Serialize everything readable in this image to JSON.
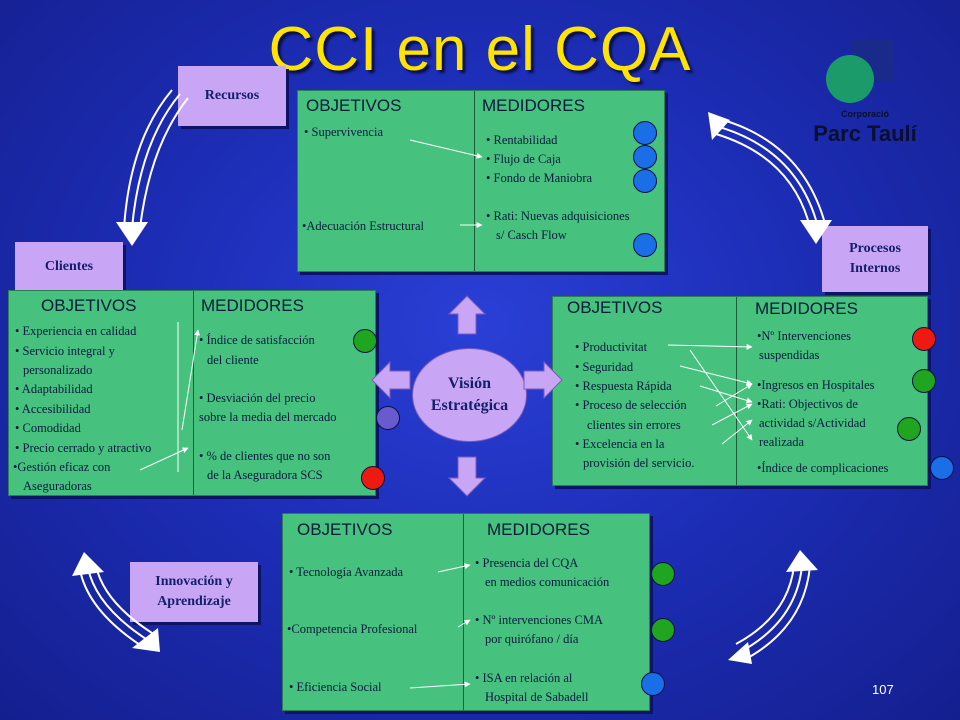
{
  "title": "CCI en el CQA",
  "page_number": "107",
  "logo": {
    "small": "Corporació",
    "big": "Parc Taulí"
  },
  "vision": {
    "line1": "Visión",
    "line2": "Estratégica"
  },
  "tags": {
    "recursos": "Recursos",
    "clientes": "Clientes",
    "procesos_1": "Procesos",
    "procesos_2": "Internos",
    "innovacion_1": "Innovación y",
    "innovacion_2": "Aprendizaje"
  },
  "recursos": {
    "obj_header": "OBJETIVOS",
    "med_header": "MEDIDORES",
    "objetivos": [
      "• Supervivencia",
      "•Adecuación Estructural"
    ],
    "medidores": [
      "• Rentabilidad",
      "• Flujo de Caja",
      "• Fondo de Maniobra",
      "• Rati: Nuevas adquisiciones",
      "s/ Casch Flow"
    ]
  },
  "clientes": {
    "obj_header": "OBJETIVOS",
    "med_header": "MEDIDORES",
    "objetivos": [
      "• Experiencia en calidad",
      "• Servicio integral y",
      "personalizado",
      "• Adaptabilidad",
      "• Accesibilidad",
      "• Comodidad",
      "• Precio cerrado y atractivo",
      "•Gestión eficaz con",
      "Aseguradoras"
    ],
    "medidores": [
      "• Índice de satisfacción",
      "del cliente",
      "• Desviación del precio",
      "sobre la media del mercado",
      "• % de clientes que no son",
      "de la Aseguradora SCS"
    ]
  },
  "procesos": {
    "obj_header": "OBJETIVOS",
    "med_header": "MEDIDORES",
    "objetivos": [
      "• Productivitat",
      "• Seguridad",
      "• Respuesta Rápida",
      "• Proceso de selección",
      "clientes sin errores",
      "• Excelencia en la",
      "provisión del servicio."
    ],
    "medidores": [
      "•Nº Intervenciones",
      "suspendidas",
      "•Ingresos en Hospitales",
      "•Rati: Objectivos de",
      "actividad s/Actividad",
      "realizada",
      "•Índice de complicaciones"
    ]
  },
  "innovacion": {
    "obj_header": "OBJETIVOS",
    "med_header": "MEDIDORES",
    "objetivos": [
      "• Tecnología Avanzada",
      "•Competencia Profesional",
      "• Eficiencia Social"
    ],
    "medidores": [
      "• Presencia del CQA",
      "en medios comunicación",
      "• Nº intervenciones CMA",
      "por quirófano / día",
      "• ISA en relación al",
      "Hospital de Sabadell"
    ]
  },
  "colors": {
    "background": "#1d2eb8",
    "title": "#ffe400",
    "panel": "#46c17e",
    "tag": "#c9a6f5",
    "blue": "#1a6ee8",
    "green": "#20a521",
    "red": "#ee1a12",
    "purple": "#6a5ad0"
  }
}
